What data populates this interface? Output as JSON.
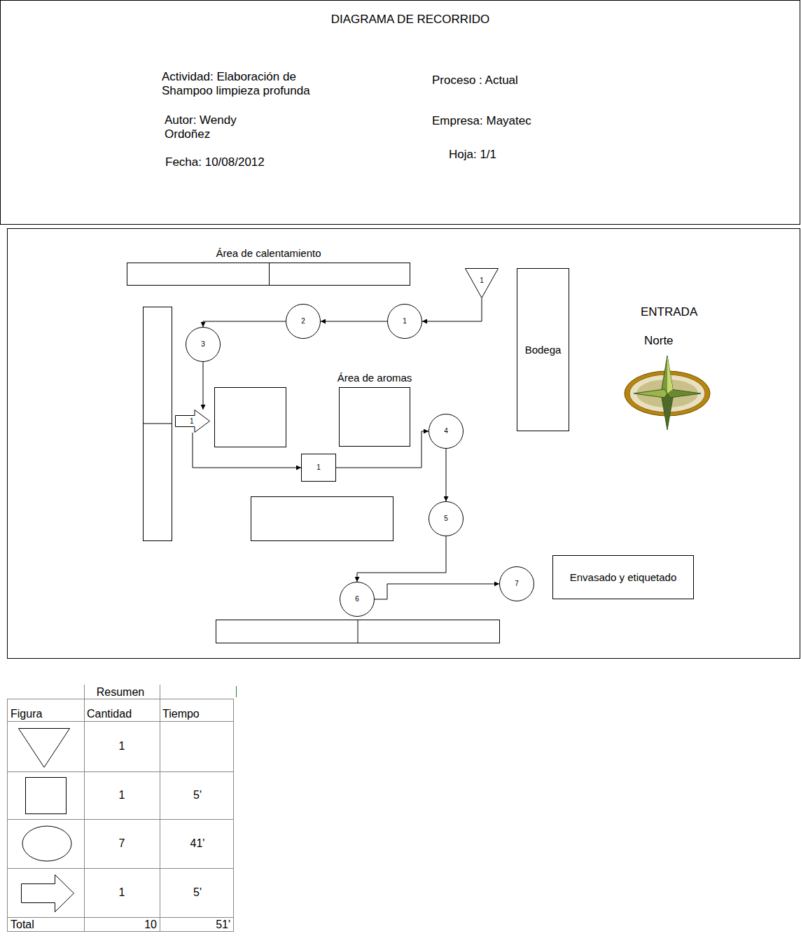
{
  "diagram": {
    "title": "DIAGRAMA DE RECORRIDO",
    "nodes": [
      {
        "text": [
          "Área de calentamiento"
        ]
      },
      {
        "text": [
          "1"
        ]
      },
      {
        "text": [
          "2"
        ]
      },
      {
        "text": [
          "1"
        ]
      },
      {
        "text": [
          "Bodega"
        ]
      },
      {
        "text": [
          "3"
        ]
      },
      {
        "text": [
          "Área de aromas"
        ]
      },
      {
        "text": [
          "1"
        ]
      },
      {
        "text": [
          "4"
        ]
      },
      {
        "text": [
          "1"
        ]
      },
      {
        "text": [
          "5"
        ]
      },
      {
        "text": [
          "Envasado y etiquetado"
        ]
      },
      {
        "text": [
          "6"
        ]
      },
      {
        "text": [
          "7"
        ]
      }
    ],
    "edges": [
      {
        "from": 1,
        "to": 3,
        "arrow": "to"
      },
      {
        "from": 3,
        "to": 2,
        "arrow": "to"
      },
      {
        "from": 2,
        "to": 5,
        "arrow": "to"
      },
      {
        "from": 5,
        "to": 7,
        "arrow": "to"
      },
      {
        "from": 7,
        "to": 9,
        "arrow": "to"
      },
      {
        "from": 9,
        "to": 8,
        "arrow": "to"
      },
      {
        "from": 8,
        "to": 10,
        "arrow": "to"
      },
      {
        "from": 10,
        "to": 12,
        "arrow": "to"
      },
      {
        "from": 12,
        "to": 13,
        "arrow": "to"
      }
    ],
    "labels": [
      "Actividad: Elaboración de Shampoo limpieza profunda",
      "Autor: Wendy Ordoñez",
      "Fecha: 10/08/2012",
      "Proceso : Actual",
      "Empresa: Mayatec",
      "Hoja: 1/1",
      "ENTRADA",
      "Norte",
      "Resumen",
      "Figura",
      "Cantidad",
      "Tiempo",
      "1",
      "1",
      "5'",
      "7",
      "41'",
      "1",
      "5'",
      "Total",
      "10",
      "51'"
    ]
  }
}
